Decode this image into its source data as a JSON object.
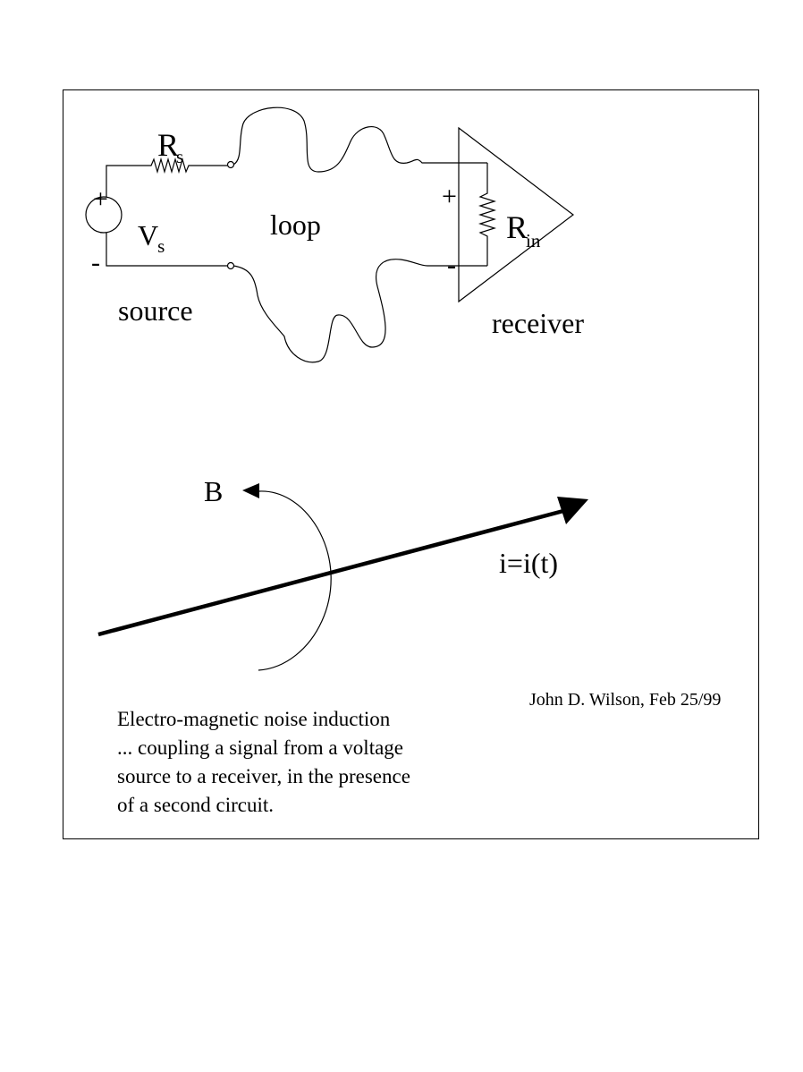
{
  "circuit": {
    "resistor_source": {
      "main": "R",
      "sub": "s"
    },
    "voltage_source": {
      "main": "V",
      "sub": "s"
    },
    "resistor_input": {
      "main": "R",
      "sub": "in"
    },
    "loop_label": "loop",
    "source_label": "source",
    "receiver_label": "receiver",
    "source_plus": "+",
    "source_minus": "-",
    "receiver_plus": "+",
    "receiver_minus": "-"
  },
  "field": {
    "b_label": "B",
    "current_label": "i=i(t)"
  },
  "credit": "John D. Wilson, Feb 25/99",
  "caption": {
    "line1": "Electro-magnetic noise induction",
    "line2": "... coupling a signal from a voltage",
    "line3": "source to a receiver, in the presence",
    "line4": "of a second circuit."
  }
}
